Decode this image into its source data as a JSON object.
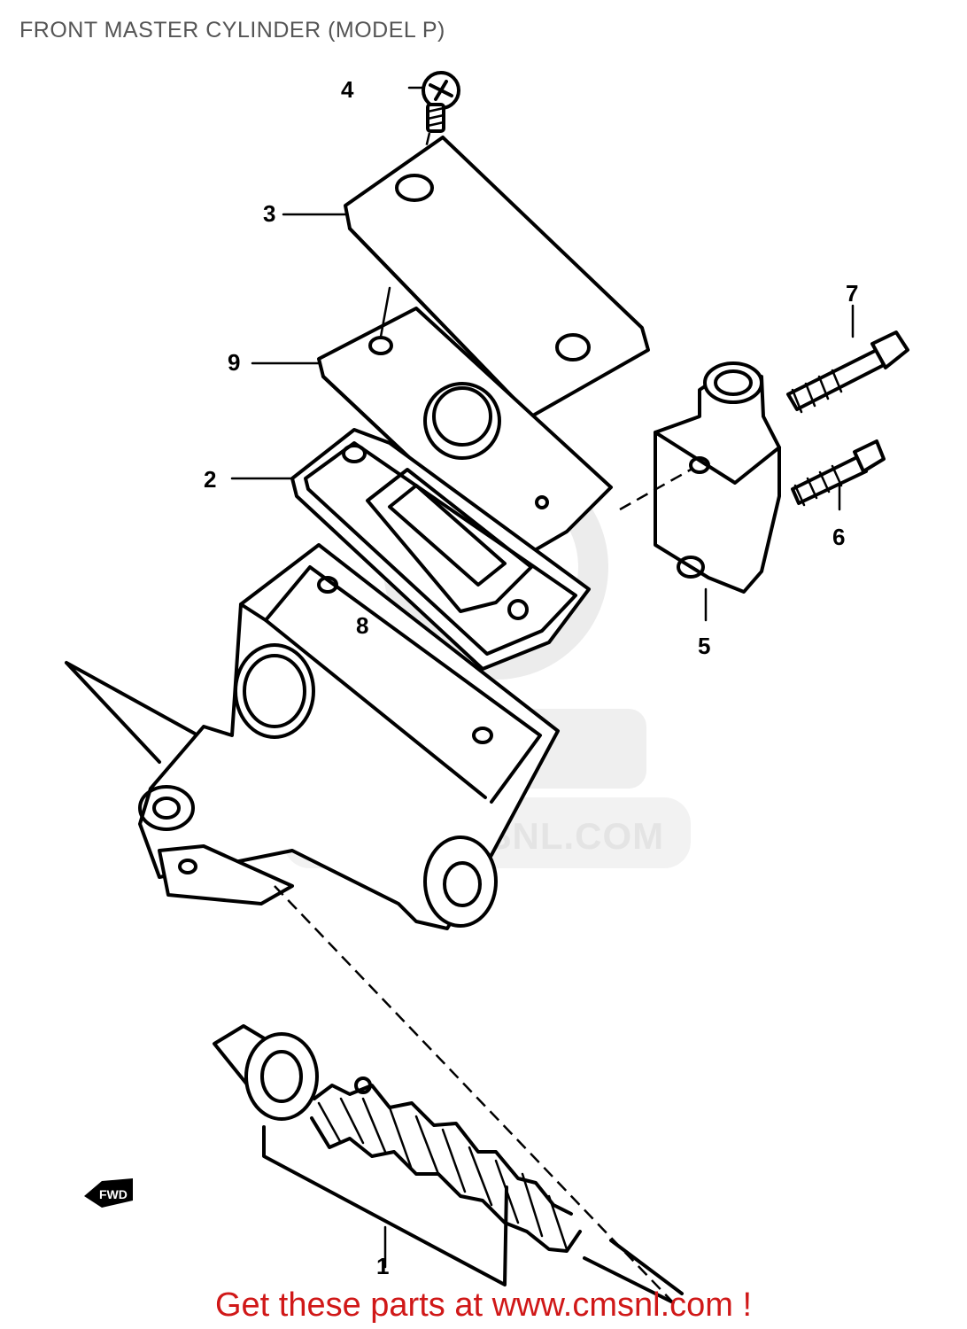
{
  "diagram": {
    "title": "FRONT MASTER CYLINDER (MODEL P)",
    "part_labels": [
      "1",
      "2",
      "3",
      "4",
      "5",
      "6",
      "7",
      "8",
      "9"
    ],
    "direction_marker": "FWD"
  },
  "watermark": {
    "text": "WWW.CMSNL.COM"
  },
  "footer": {
    "banner": "Get these parts at www.cmsnl.com !"
  },
  "colors": {
    "title": "#555555",
    "banner": "#d01818",
    "watermark": "#e4e4e4"
  }
}
